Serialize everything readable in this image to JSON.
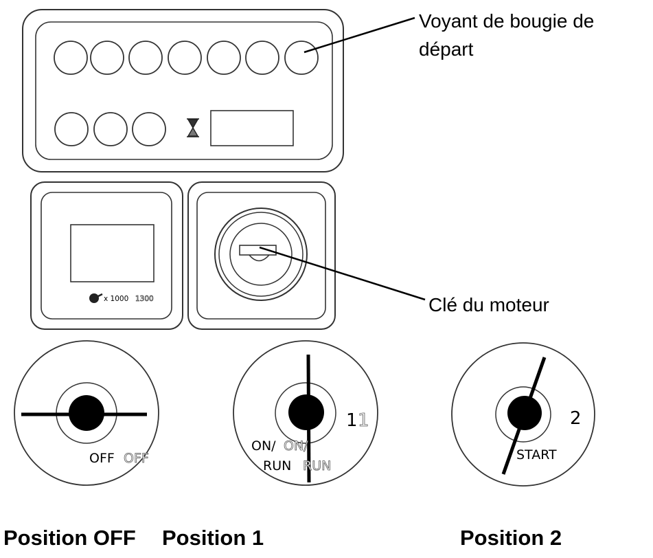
{
  "callouts": {
    "glow_plug_line1": "Voyant de bougie de",
    "glow_plug_line2": "départ",
    "engine_key": "Clé du moteur"
  },
  "hour_meter": {
    "icon": "hourglass-icon"
  },
  "tachometer": {
    "icon": "tachometer-icon",
    "scale": "x 1000",
    "scale_suffix": "1300"
  },
  "key_positions": [
    {
      "label": "OFF",
      "echo": "OFF",
      "number": "",
      "number_echo": ""
    },
    {
      "label_line1": "ON/",
      "label_line1_echo": "ON/",
      "label_line2": "RUN",
      "label_line2_echo": "RUN",
      "number": "1",
      "number_echo": "1"
    },
    {
      "label": "START",
      "number": "2"
    }
  ],
  "captions": {
    "off": "Position OFF",
    "one": "Position 1",
    "two": "Position 2"
  }
}
